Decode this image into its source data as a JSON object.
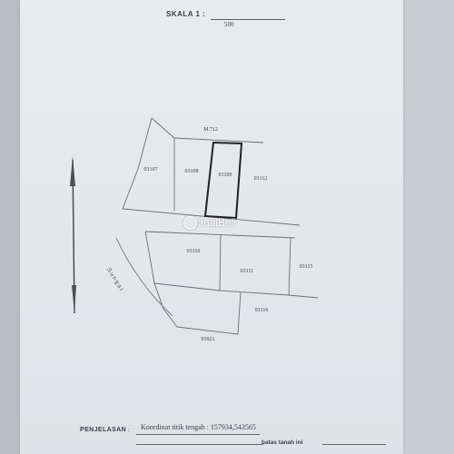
{
  "header": {
    "scale_label": "SKALA 1 :",
    "scale_denominator": "500"
  },
  "map": {
    "road_label": "M.712",
    "river_label": "Sungai",
    "bottom_label": "01921",
    "plots": {
      "p03107": "03107",
      "p03108": "03108",
      "p03109": "03109",
      "p03112": "03112",
      "p03110": "03110",
      "p03111": "03111",
      "p03115": "03115",
      "p03116": "03116"
    },
    "highlighted_plot": "03109"
  },
  "watermark": {
    "text": "JualBeli"
  },
  "footer": {
    "label": "PENJELASAN",
    "colon": ":",
    "coordinate_text": "Koordinat titik tengah : 157934,543565",
    "suffix": "batas tanah ini"
  }
}
